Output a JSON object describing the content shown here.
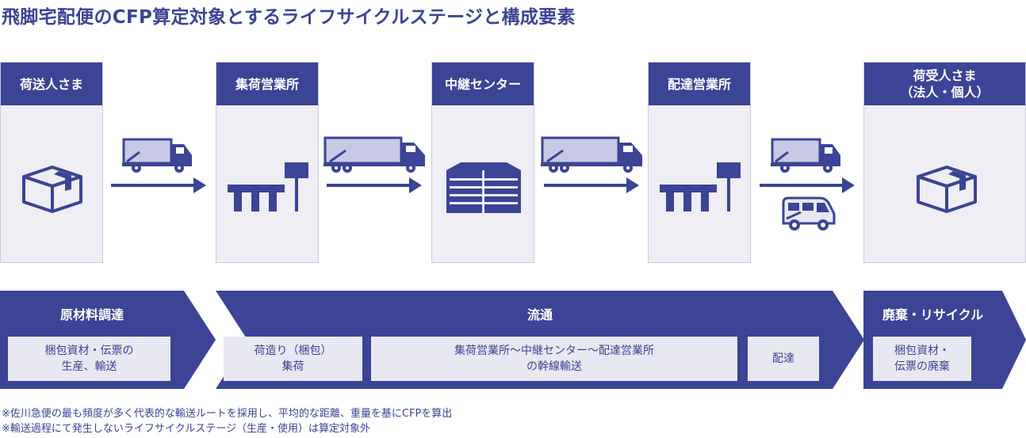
{
  "title": "飛脚宅配便のCFP算定対象とするライフサイクルステージと構成要素",
  "stages": [
    {
      "label_lines": [
        "荷送人さま"
      ],
      "icon": "box-icon"
    },
    {
      "label_lines": [
        "集荷営業所"
      ],
      "icon": "depot-icon"
    },
    {
      "label_lines": [
        "中継センター"
      ],
      "icon": "building-icon"
    },
    {
      "label_lines": [
        "配達営業所"
      ],
      "icon": "depot-icon"
    },
    {
      "label_lines": [
        "荷受人さま",
        "（法人・個人）"
      ],
      "icon": "box-icon"
    }
  ],
  "transport_icons": [
    "small-truck-icon",
    "large-truck-icon",
    "large-truck-icon",
    "small-truck-icon",
    "van-icon"
  ],
  "bands": {
    "procurement": {
      "title": "原材料調達",
      "boxes": [
        {
          "lines": [
            "梱包資材・伝票の",
            "生産、輸送"
          ]
        }
      ]
    },
    "distribution": {
      "title": "流通",
      "boxes": [
        {
          "lines": [
            "荷造り（梱包）",
            "集荷"
          ]
        },
        {
          "lines": [
            "集荷営業所〜中継センター〜配達営業所",
            "の幹線輸送"
          ]
        },
        {
          "lines": [
            "配達"
          ]
        }
      ]
    },
    "disposal": {
      "title": "廃棄・リサイクル",
      "boxes": [
        {
          "lines": [
            "梱包資材・",
            "伝票の廃棄"
          ]
        }
      ]
    }
  },
  "notes": [
    "※佐川急便の最も頻度が多く代表的な輸送ルートを採用し、平均的な距離、重量を基にCFPを算出",
    "※輸送過程にて発生しないライフサイクルステージ（生産・使用）は算定対象外"
  ],
  "colors": {
    "primary": "#3b4495",
    "panel": "#eeeef4",
    "box": "#e8e8f2"
  }
}
